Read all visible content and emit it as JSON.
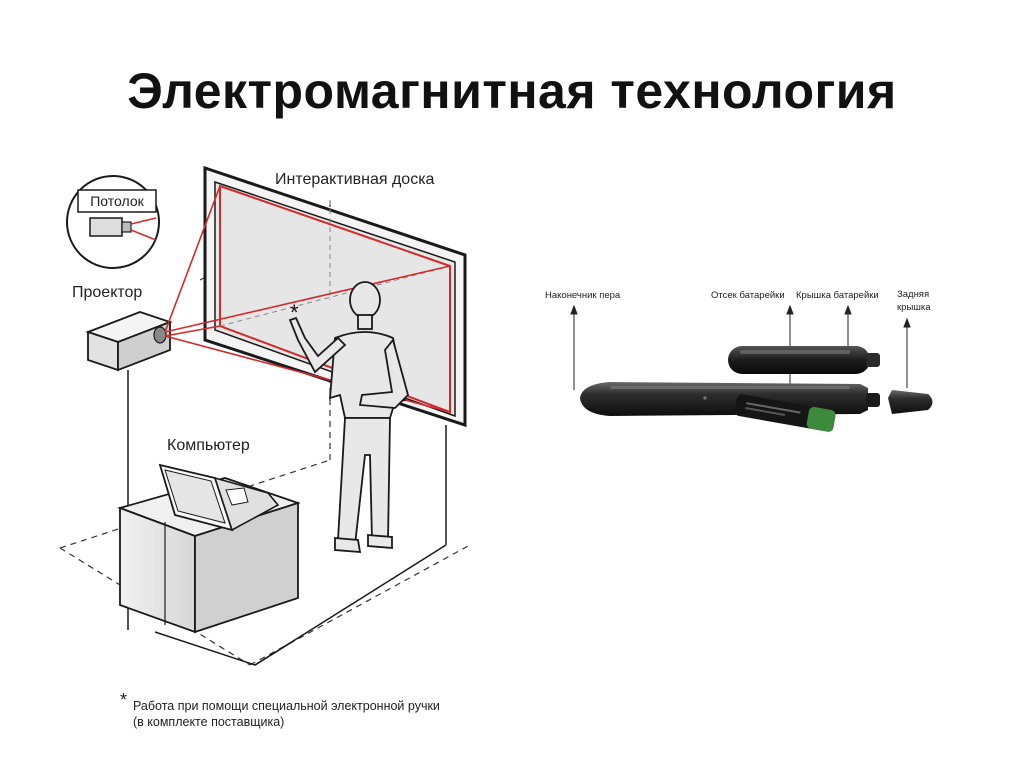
{
  "title": "Электромагнитная технология",
  "setup": {
    "ceiling_label": "Потолок",
    "board_label": "Интерактивная доска",
    "projector_label": "Проектор",
    "computer_label": "Компьютер",
    "pen_marker": "*",
    "footnote_marker": "*",
    "footnote_line1": "Работа при помощи специальной электронной ручки",
    "footnote_line2": "(в комплекте поставщика)"
  },
  "pen": {
    "tip_label": "Наконечник пера",
    "battery_compartment_label": "Отсек батарейки",
    "battery_cover_label": "Крышка батарейки",
    "back_cap_label_line1": "Задняя",
    "back_cap_label_line2": "крышка"
  },
  "colors": {
    "laser_red": "#d42a2a",
    "board_fill": "#e6e6e6",
    "line_dark": "#1a1a1a",
    "pen_body": "#2a2a2a",
    "battery_green": "#3d8a3d"
  }
}
